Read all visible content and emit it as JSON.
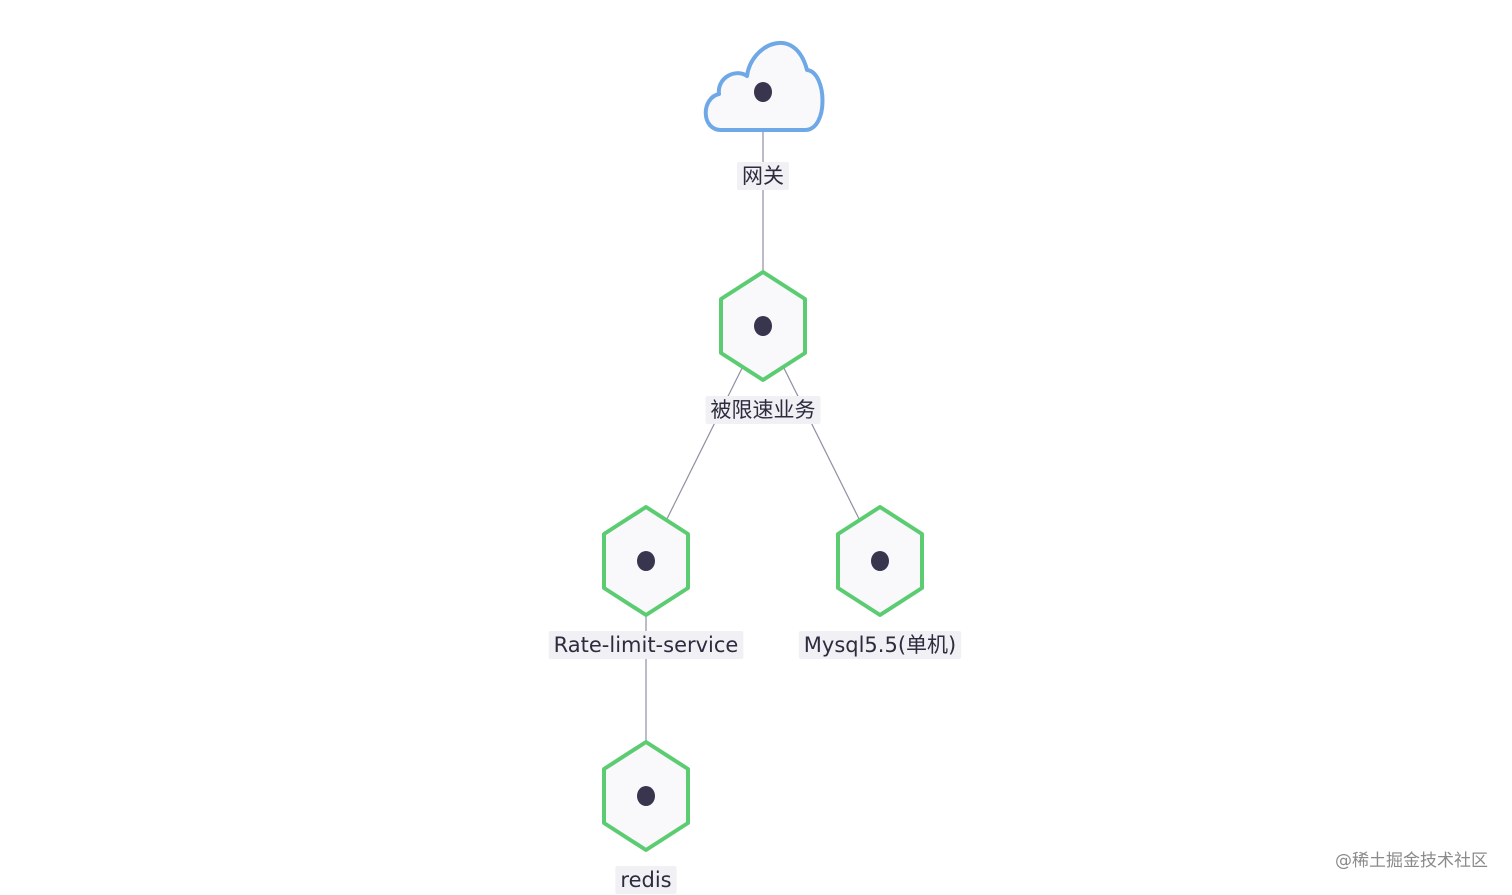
{
  "diagram": {
    "nodes": [
      {
        "id": "gateway",
        "label": "网关",
        "icon": "cloud-icon",
        "shape": "cloud"
      },
      {
        "id": "business",
        "label": "被限速业务",
        "icon": "hexagon-icon",
        "shape": "hexagon"
      },
      {
        "id": "rate_limit",
        "label": "Rate-limit-service",
        "icon": "hexagon-icon",
        "shape": "hexagon"
      },
      {
        "id": "mysql",
        "label": "Mysql5.5(单机)",
        "icon": "hexagon-icon",
        "shape": "hexagon"
      },
      {
        "id": "redis",
        "label": "redis",
        "icon": "hexagon-icon",
        "shape": "hexagon"
      }
    ],
    "edges": [
      {
        "from": "gateway",
        "to": "business"
      },
      {
        "from": "business",
        "to": "rate_limit"
      },
      {
        "from": "business",
        "to": "mysql"
      },
      {
        "from": "rate_limit",
        "to": "redis"
      }
    ],
    "colors": {
      "hexagon_stroke": "#5ccc72",
      "cloud_stroke": "#6fa8e6",
      "node_fill": "#f9f9fb",
      "dot": "#38354f",
      "edge": "#8f8fa3",
      "label_bg": "#f1f1f5"
    }
  },
  "watermark": "@稀土掘金技术社区"
}
